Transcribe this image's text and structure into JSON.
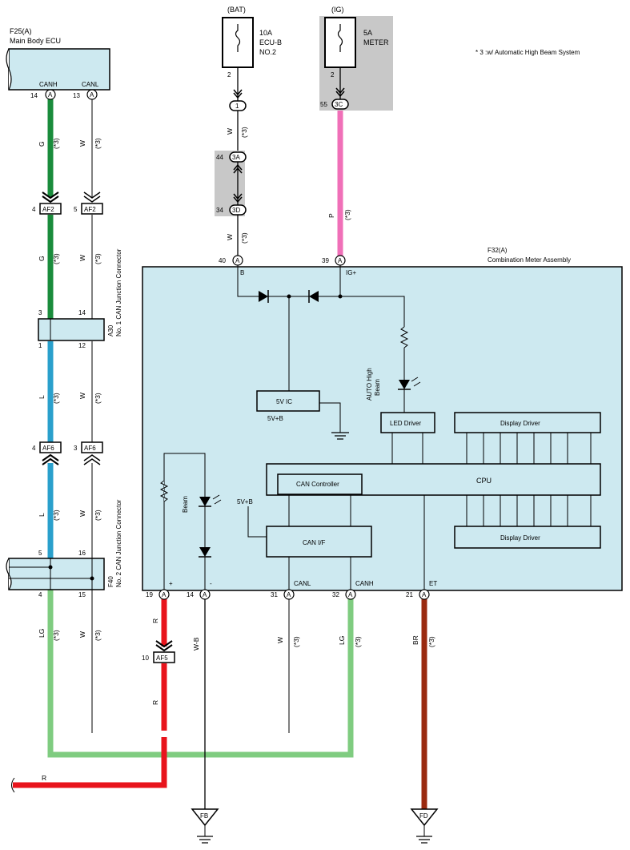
{
  "note": "* 3 :w/ Automatic High Beam System",
  "colors": {
    "green": "#1a8c3c",
    "blue": "#2aa0cc",
    "lightgreen": "#7fcc80",
    "pink": "#f070b8",
    "red": "#e8141c",
    "brown": "#9a2a10",
    "box_fill": "#cde9f0",
    "gray_fill": "#c8c8c8"
  },
  "ecu": {
    "id": "F25(A)",
    "name": "Main Body ECU",
    "pin_canh_label": "CANH",
    "pin_canl_label": "CANL",
    "pin_canh_num": "14",
    "pin_canl_num": "13",
    "pin_letter": "A"
  },
  "wires": {
    "G": "G",
    "W": "W",
    "L": "L",
    "LG": "LG",
    "P": "P",
    "R": "R",
    "WB": "W-B",
    "BR": "BR",
    "star": "(*3)"
  },
  "af2": {
    "label": "AF2",
    "left_pin": "4",
    "right_pin": "5"
  },
  "af6": {
    "label": "AF6",
    "left_pin": "4",
    "right_pin": "3"
  },
  "af5": {
    "label": "AF5",
    "pin": "10"
  },
  "a30": {
    "id": "A30",
    "name": "No. 1 CAN Junction Connector",
    "top_left": "3",
    "top_right": "14",
    "bottom_left": "1",
    "bottom_right": "12"
  },
  "f40": {
    "id": "F40",
    "name": "No. 2 CAN Junction Connector",
    "top_left": "5",
    "top_right": "16",
    "bottom_left": "4",
    "bottom_right": "15"
  },
  "fuse_bat": {
    "source": "(BAT)",
    "rating": "10A",
    "name1": "ECU-B",
    "name2": "NO.2",
    "pin": "2"
  },
  "fuse_ig": {
    "source": "(IG)",
    "rating": "5A",
    "name": "METER",
    "pin": "2"
  },
  "connectors": {
    "c1": "1",
    "c3a": "3A",
    "c3a_pin": "44",
    "c3d": "3D",
    "c3d_pin": "34",
    "c3c": "3C",
    "c3c_pin": "55"
  },
  "meter": {
    "id": "F32(A)",
    "name": "Combination Meter Assembly",
    "pin_b_num": "40",
    "pin_b_label": "B",
    "pin_ig_num": "39",
    "pin_ig_label": "IG+",
    "ic5v": "5V IC",
    "v5b_1": "5V+B",
    "v5b_2": "5V+B",
    "led_driver": "LED Driver",
    "display_driver_1": "Display Driver",
    "display_driver_2": "Display Driver",
    "cpu": "CPU",
    "can_controller": "CAN Controller",
    "can_if": "CAN I/F",
    "auto_high_beam_1": "AUTO High",
    "auto_high_beam_2": "Beam",
    "beam": "Beam",
    "plus": "+",
    "minus": "-",
    "canl": "CANL",
    "canh": "CANH",
    "et": "ET",
    "pin19": "19",
    "pin14": "14",
    "pin31": "31",
    "pin32": "32",
    "pin21": "21",
    "pin_letter": "A"
  },
  "grounds": {
    "fb": "FB",
    "fd": "FD"
  }
}
